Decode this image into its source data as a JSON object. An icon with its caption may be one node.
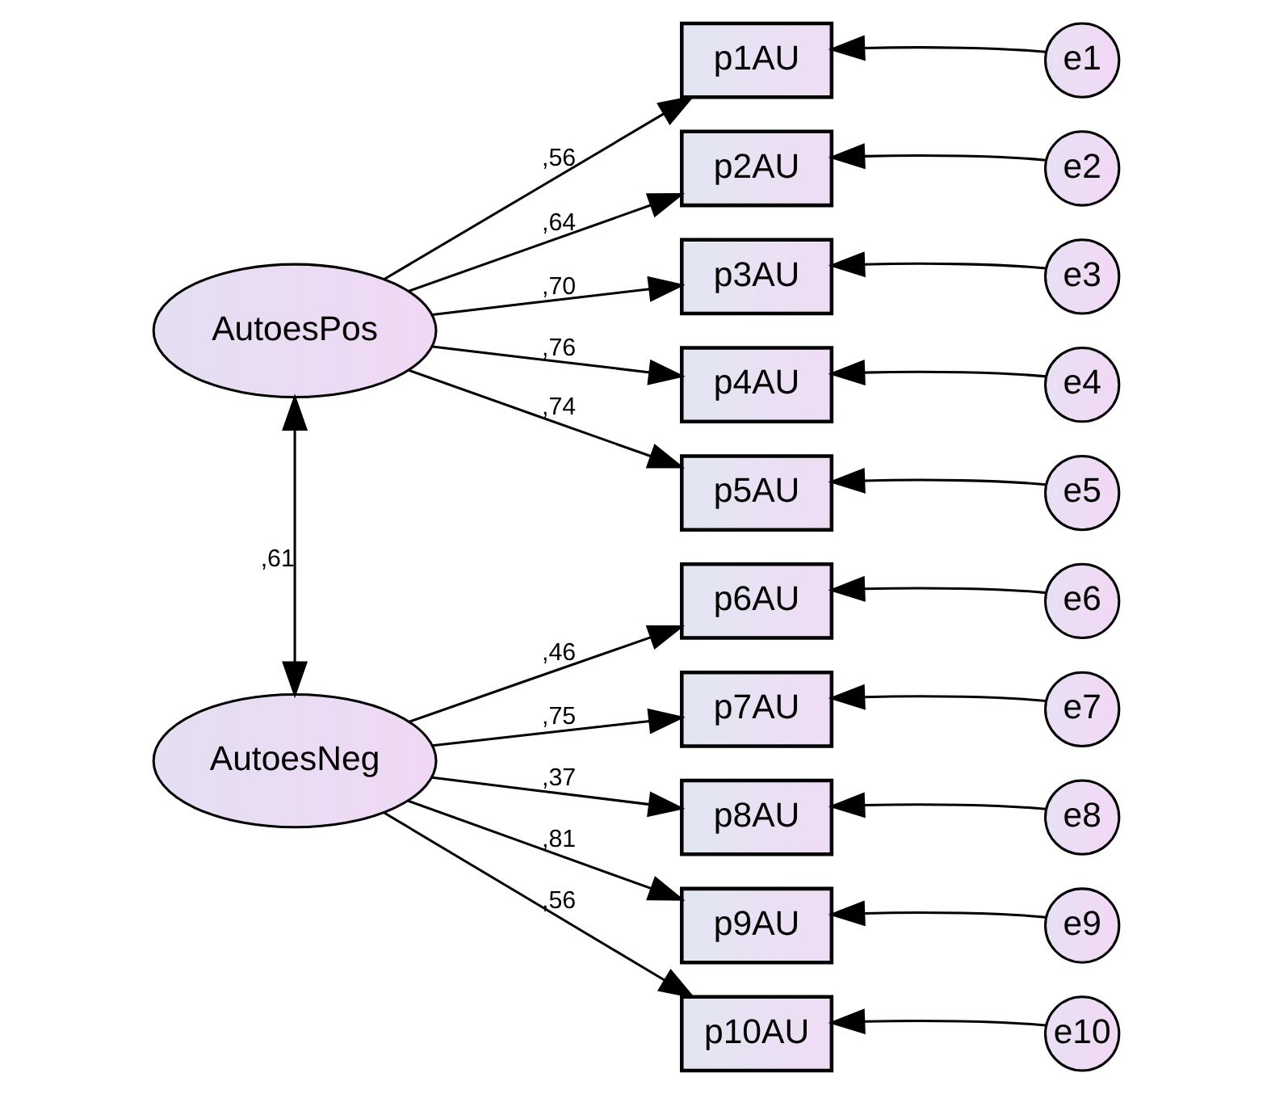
{
  "diagram": {
    "nodes": [
      {
        "text": [
          "AutoesPos"
        ]
      },
      {
        "text": [
          "AutoesNeg"
        ]
      },
      {
        "text": [
          "p1AU"
        ]
      },
      {
        "text": [
          "p2AU"
        ]
      },
      {
        "text": [
          "p3AU"
        ]
      },
      {
        "text": [
          "p4AU"
        ]
      },
      {
        "text": [
          "p5AU"
        ]
      },
      {
        "text": [
          "p6AU"
        ]
      },
      {
        "text": [
          "p7AU"
        ]
      },
      {
        "text": [
          "p8AU"
        ]
      },
      {
        "text": [
          "p9AU"
        ]
      },
      {
        "text": [
          "p10AU"
        ]
      },
      {
        "text": [
          "e1"
        ]
      },
      {
        "text": [
          "e2"
        ]
      },
      {
        "text": [
          "e3"
        ]
      },
      {
        "text": [
          "e4"
        ]
      },
      {
        "text": [
          "e5"
        ]
      },
      {
        "text": [
          "e6"
        ]
      },
      {
        "text": [
          "e7"
        ]
      },
      {
        "text": [
          "e8"
        ]
      },
      {
        "text": [
          "e9"
        ]
      },
      {
        "text": [
          "e10"
        ]
      }
    ],
    "edges": [
      {
        "from": 0,
        "to": 1,
        "arrow": "both",
        "label": ",61"
      },
      {
        "from": 0,
        "to": 2,
        "arrow": "to",
        "label": ",56"
      },
      {
        "from": 0,
        "to": 3,
        "arrow": "to",
        "label": ",64"
      },
      {
        "from": 0,
        "to": 4,
        "arrow": "to",
        "label": ",70"
      },
      {
        "from": 0,
        "to": 5,
        "arrow": "to",
        "label": ",76"
      },
      {
        "from": 0,
        "to": 6,
        "arrow": "to",
        "label": ",74"
      },
      {
        "from": 1,
        "to": 7,
        "arrow": "to",
        "label": ",46"
      },
      {
        "from": 1,
        "to": 8,
        "arrow": "to",
        "label": ",75"
      },
      {
        "from": 1,
        "to": 9,
        "arrow": "to",
        "label": ",37"
      },
      {
        "from": 1,
        "to": 10,
        "arrow": "to",
        "label": ",81"
      },
      {
        "from": 1,
        "to": 11,
        "arrow": "to",
        "label": ",56"
      },
      {
        "from": 12,
        "to": 2,
        "arrow": "to"
      },
      {
        "from": 13,
        "to": 3,
        "arrow": "to"
      },
      {
        "from": 14,
        "to": 4,
        "arrow": "to"
      },
      {
        "from": 15,
        "to": 5,
        "arrow": "to"
      },
      {
        "from": 16,
        "to": 6,
        "arrow": "to"
      },
      {
        "from": 17,
        "to": 7,
        "arrow": "to"
      },
      {
        "from": 18,
        "to": 8,
        "arrow": "to"
      },
      {
        "from": 19,
        "to": 9,
        "arrow": "to"
      },
      {
        "from": 20,
        "to": 10,
        "arrow": "to"
      },
      {
        "from": 21,
        "to": 11,
        "arrow": "to"
      }
    ]
  }
}
